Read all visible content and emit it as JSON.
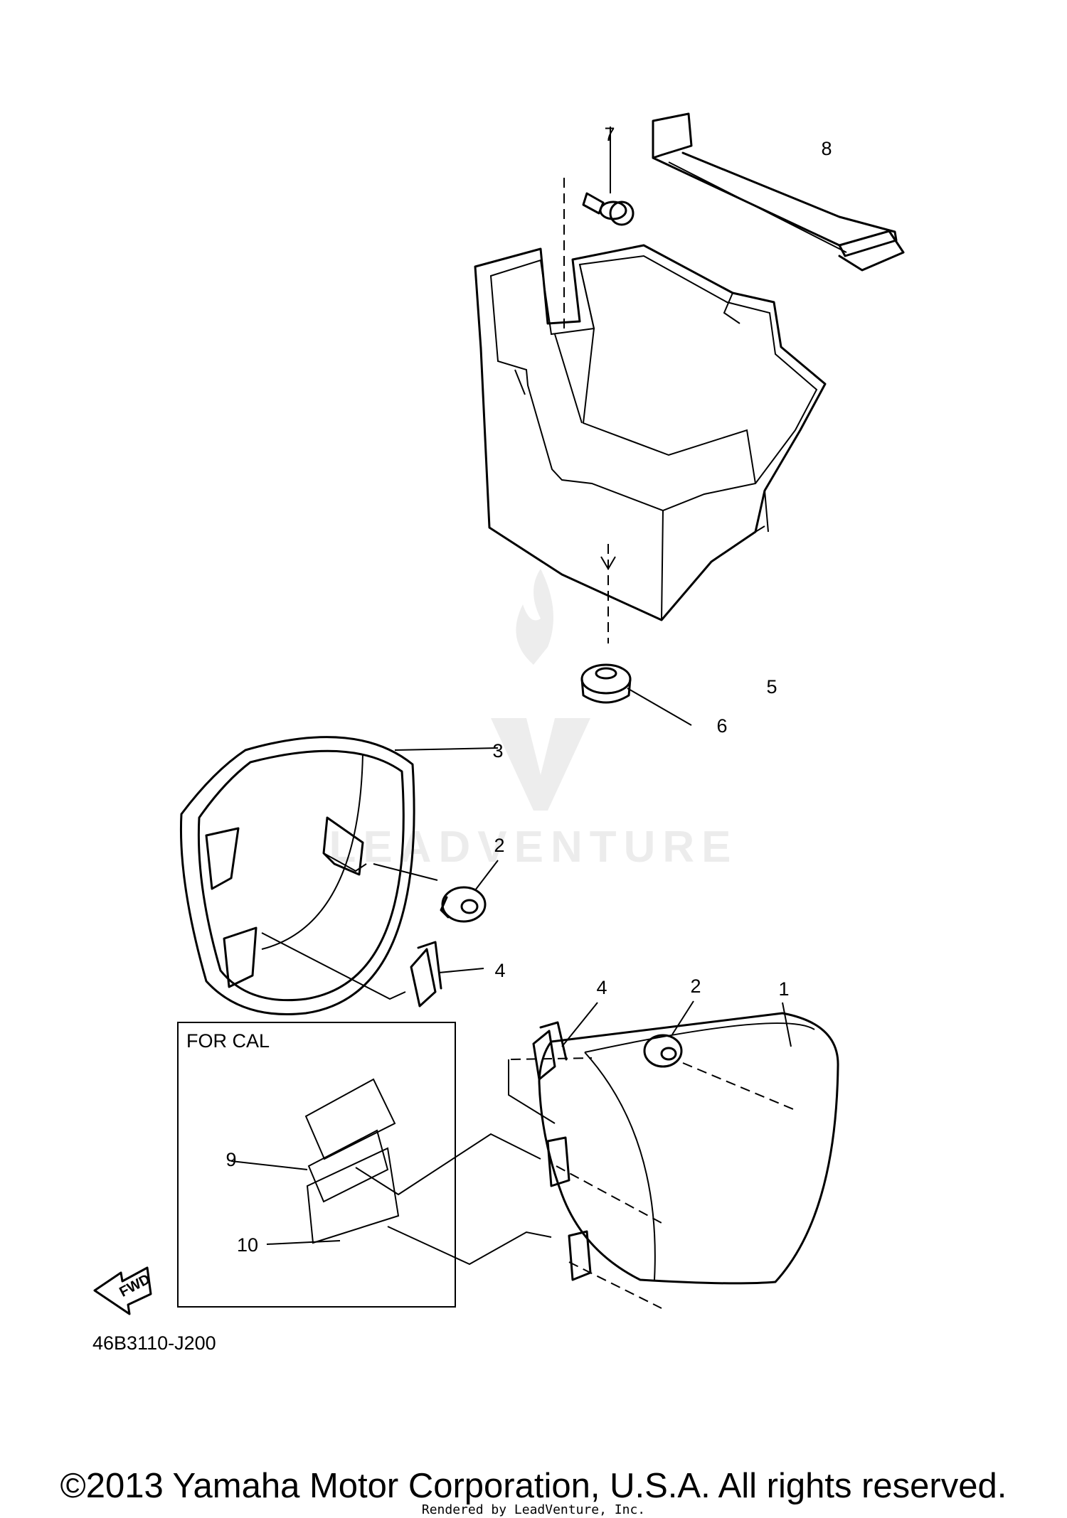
{
  "watermark": {
    "text": "LEADVENTURE"
  },
  "callouts": {
    "c1": "1",
    "c2a": "2",
    "c2b": "2",
    "c3": "3",
    "c4a": "4",
    "c4b": "4",
    "c5": "5",
    "c6": "6",
    "c7": "7",
    "c8": "8",
    "c9": "9",
    "c10": "10"
  },
  "inset": {
    "title": "FOR CAL"
  },
  "fwd_label": "FWD",
  "diagram_code": "46B3110-J200",
  "footer": {
    "copyright": "©2013 Yamaha Motor Corporation, U.S.A. All rights reserved.",
    "rendered_by": "Rendered by LeadVenture, Inc."
  }
}
